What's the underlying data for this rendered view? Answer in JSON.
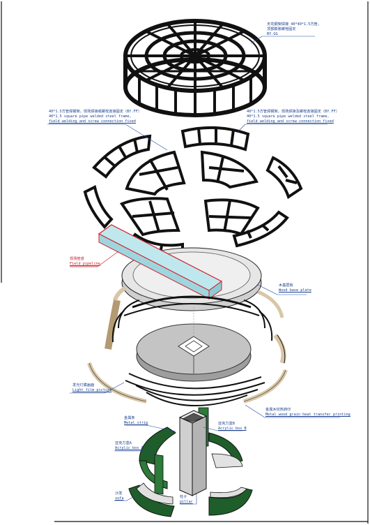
{
  "colors": {
    "steel": "#111111",
    "wood_tan": "#d8c6a6",
    "wood_dots": "#b39a72",
    "acrylic_cyan": "#bfe8ee",
    "pipeline_red": "#d2202a",
    "sofa_green": "#1f5e2a",
    "pillar_gray": "#bdbdbd",
    "plate_gray": "#e3e3e3",
    "slab_gray": "#cfcfcf",
    "leader_blue": "#1e4aa0"
  },
  "labels": {
    "top_frame": {
      "zh": "天花钢架焊接 40*40*1.5方管，",
      "zh2": "顶部膨胀螺栓固定",
      "code": "BY.GG"
    },
    "frame_left": {
      "zh": "40*1.5方管焊钢架，现场焊接或螺栓连接固定（BY.FF）",
      "en": "40*1.5 square pipe welded steel frame,",
      "en2": "field welding and screw connection fixed"
    },
    "frame_right": {
      "zh": "40*1.5方管焊钢架，现场焊接及螺栓连接固定（BY.FF）",
      "en": "40*1.5 square pipe welded steel frame,",
      "en2": "field welding and screw connection fixed"
    },
    "field_pipeline": {
      "zh": "现场管道",
      "en": "Field pipeline"
    },
    "wood_base": {
      "zh": "木基层板",
      "en": "Wood base plate"
    },
    "light_film": {
      "zh": "发光灯膜画面",
      "en": "Light film picture"
    },
    "metal_wood_grain": {
      "zh": "金属木纹热转印",
      "en": "Metal wood grain heat transfer printing"
    },
    "metal_strip": {
      "zh": "金属条",
      "en": "Metal strip"
    },
    "acrylic_b": {
      "zh": "亚克力盒B",
      "en": "Acrylic box B"
    },
    "acrylic_a": {
      "zh": "亚克力盒A",
      "en": "Acrylic box A"
    },
    "sofa": {
      "zh": "沙发",
      "en": "sofa"
    },
    "pillar": {
      "zh": "柱子",
      "en": "pillar"
    }
  }
}
